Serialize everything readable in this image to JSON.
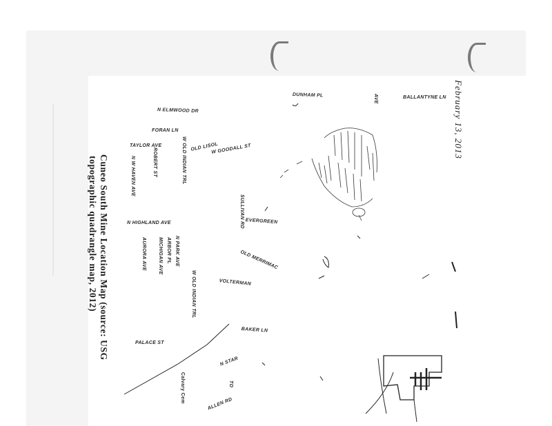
{
  "document": {
    "date": "February 13, 2013",
    "caption_line1": "Cuneo South Mine Location Map (source: USG",
    "caption_line2": "topographic quadrangle map, 2012)"
  },
  "map": {
    "street_labels": [
      "N ELMWOOD DR",
      "FORAN LN",
      "TAYLOR AVE",
      "ROBERT ST",
      "N W HAVEN AVE",
      "W OLD INDIAN TRL",
      "OLD LISOL",
      "W GOODALL ST",
      "SULLIVAN RD",
      "EVERGREEN",
      "N HIGHLAND AVE",
      "N PARK AVE",
      "ARBOR PL",
      "MICHIGAN AVE",
      "AURORA AVE",
      "OLD MERRIMAC",
      "W OLD INDIAN TRL",
      "VOLTERMAN",
      "BAKER LN",
      "PALACE ST",
      "N STAR",
      "Calvary Cem",
      "ALLEN RD",
      "TO",
      "DUNHAM PL",
      "AVE",
      "BALLANTYNE LN"
    ]
  }
}
